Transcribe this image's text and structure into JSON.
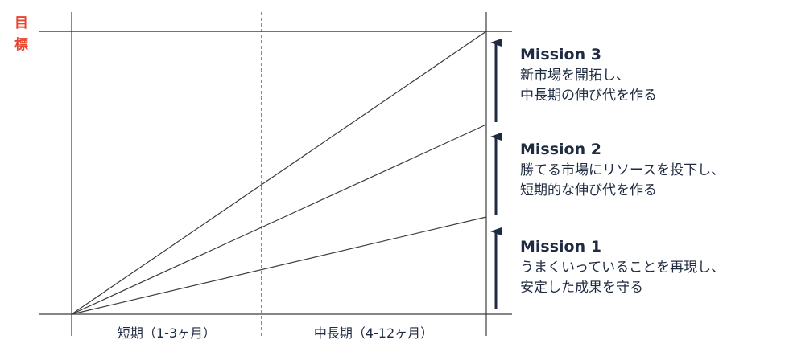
{
  "goal": {
    "label_line1": "目",
    "label_line2": "標"
  },
  "periods": [
    {
      "label": "短期（1-3ヶ月）"
    },
    {
      "label": "中長期（4-12ヶ月）"
    }
  ],
  "missions": [
    {
      "title": "Mission 3",
      "desc_line1": "新市場を開拓し、",
      "desc_line2": "中長期の伸び代を作る"
    },
    {
      "title": "Mission 2",
      "desc_line1": "勝てる市場にリソースを投下し、",
      "desc_line2": "短期的な伸び代を作る"
    },
    {
      "title": "Mission 1",
      "desc_line1": "うまくいっていることを再現し、",
      "desc_line2": "安定した成果を守る"
    }
  ],
  "colors": {
    "goal": "#e8452f",
    "lines": "#3c3c3c",
    "arrows": "#1f2b40",
    "text": "#1f2b40"
  }
}
